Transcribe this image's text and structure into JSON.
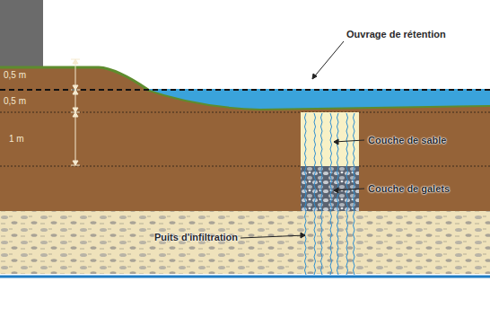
{
  "diagram": {
    "labels": [
      "Ouvrage de rétention",
      "0,5 m",
      "0,5 m",
      "1 m",
      "Couche de sable",
      "Couche de galets",
      "Puits d'infiltration"
    ]
  }
}
